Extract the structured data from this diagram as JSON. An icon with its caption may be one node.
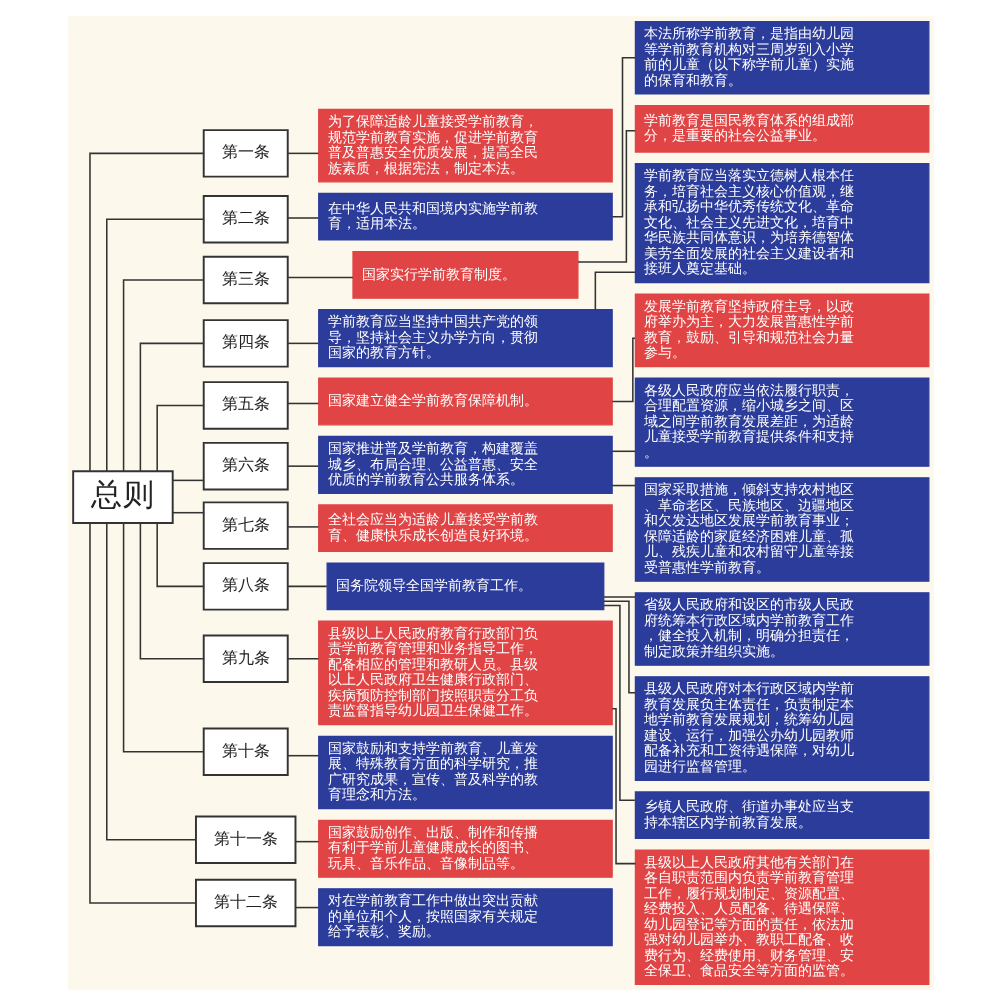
{
  "diagram": {
    "nodes": [
      {
        "text": [
          "总则"
        ]
      },
      {
        "text": [
          "第一条"
        ]
      },
      {
        "text": [
          "为了保障适龄儿童接受学前教育，规范学前教育实施，促进学前教育普及普惠安全优质发展，提高全民族素质，根据宪法，制定本法。"
        ]
      },
      {
        "text": [
          "第二条"
        ]
      },
      {
        "text": [
          "在中华人民共和国境内实施学前教育，适用本法。"
        ]
      },
      {
        "text": [
          "本法所称学前教育，是指由幼儿园等学前教育机构对三周岁到入小学前的儿童（以下称学前儿童）实施的保育和教育。"
        ]
      },
      {
        "text": [
          "第三条"
        ]
      },
      {
        "text": [
          "国家实行学前教育制度。"
        ]
      },
      {
        "text": [
          "学前教育是国民教育体系的组成部分，是重要的社会公益事业。"
        ]
      },
      {
        "text": [
          "第四条"
        ]
      },
      {
        "text": [
          "学前教育应当坚持中国共产党的领导，坚持社会主义办学方向，贯彻国家的教育方针。"
        ]
      },
      {
        "text": [
          "学前教育应当落实立德树人根本任务，培育社会主义核心价值观，继承和弘扬中华优秀传统文化、革命文化、社会主义先进文化，培育中华民族共同体意识，为培养德智体美劳全面发展的社会主义建设者和接班人奠定基础。"
        ]
      },
      {
        "text": [
          "第五条"
        ]
      },
      {
        "text": [
          "国家建立健全学前教育保障机制。"
        ]
      },
      {
        "text": [
          "发展学前教育坚持政府主导，以政府举办为主，大力发展普惠性学前教育，鼓励、引导和规范社会力量参与。"
        ]
      },
      {
        "text": [
          "第六条"
        ]
      },
      {
        "text": [
          "国家推进普及学前教育，构建覆盖城乡、布局合理、公益普惠、安全优质的学前教育公共服务体系。"
        ]
      },
      {
        "text": [
          "各级人民政府应当依法履行职责，合理配置资源，缩小城乡之间、区域之间学前教育发展差距，为适龄儿童接受学前教育提供条件和支持。"
        ]
      },
      {
        "text": [
          "国家采取措施，倾斜支持农村地区、革命老区、民族地区、边疆地区和欠发达地区发展学前教育事业；保障适龄的家庭经济困难儿童、孤儿、残疾儿童和农村留守儿童等接受普惠性学前教育。"
        ]
      },
      {
        "text": [
          "第七条"
        ]
      },
      {
        "text": [
          "全社会应当为适龄儿童接受学前教育、健康快乐成长创造良好环境。"
        ]
      },
      {
        "text": [
          "第八条"
        ]
      },
      {
        "text": [
          "国务院领导全国学前教育工作。"
        ]
      },
      {
        "text": [
          "省级人民政府和设区的市级人民政府统筹本行政区域内学前教育工作，健全投入机制，明确分担责任，制定政策并组织实施。"
        ]
      },
      {
        "text": [
          "县级人民政府对本行政区域内学前教育发展负主体责任，负责制定本地学前教育发展规划，统筹幼儿园建设、运行，加强公办幼儿园教师配备补充和工资待遇保障，对幼儿园进行监督管理。"
        ]
      },
      {
        "text": [
          "乡镇人民政府、街道办事处应当支持本辖区内学前教育发展。"
        ]
      },
      {
        "text": [
          "第九条"
        ]
      },
      {
        "text": [
          "县级以上人民政府教育行政部门负责学前教育管理和业务指导工作，配备相应的管理和教研人员。县级以上人民政府卫生健康行政部门、疾病预防控制部门按照职责分工负责监督指导幼儿园卫生保健工作。"
        ]
      },
      {
        "text": [
          "县级以上人民政府其他有关部门在各自职责范围内负责学前教育管理工作，履行规划制定、资源配置、经费投入、人员配备、待遇保障、幼儿园登记等方面的责任，依法加强对幼儿园举办、教职工配备、收费行为、经费使用、财务管理、安全保卫、食品安全等方面的监管。"
        ]
      },
      {
        "text": [
          "第十条"
        ]
      },
      {
        "text": [
          "国家鼓励和支持学前教育、儿童发展、特殊教育方面的科学研究，推广研究成果，宣传、普及科学的教育理念和方法。"
        ]
      },
      {
        "text": [
          "第十一条"
        ]
      },
      {
        "text": [
          "国家鼓励创作、出版、制作和传播有利于学前儿童健康成长的图书、玩具、音乐作品、音像制品等。"
        ]
      },
      {
        "text": [
          "第十二条"
        ]
      },
      {
        "text": [
          "对在学前教育工作中做出突出贡献的单位和个人，按照国家有关规定给予表彰、奖励。"
        ]
      }
    ],
    "edges": [
      {
        "from": 0,
        "to": 1,
        "arrow": "none"
      },
      {
        "from": 1,
        "to": 2,
        "arrow": "none"
      },
      {
        "from": 0,
        "to": 3,
        "arrow": "none"
      },
      {
        "from": 3,
        "to": 4,
        "arrow": "none"
      },
      {
        "from": 4,
        "to": 5,
        "arrow": "none"
      },
      {
        "from": 0,
        "to": 6,
        "arrow": "none"
      },
      {
        "from": 6,
        "to": 7,
        "arrow": "none"
      },
      {
        "from": 7,
        "to": 8,
        "arrow": "none"
      },
      {
        "from": 0,
        "to": 9,
        "arrow": "none"
      },
      {
        "from": 9,
        "to": 10,
        "arrow": "none"
      },
      {
        "from": 10,
        "to": 11,
        "arrow": "none"
      },
      {
        "from": 0,
        "to": 12,
        "arrow": "none"
      },
      {
        "from": 12,
        "to": 13,
        "arrow": "none"
      },
      {
        "from": 13,
        "to": 14,
        "arrow": "none"
      },
      {
        "from": 0,
        "to": 15,
        "arrow": "none"
      },
      {
        "from": 15,
        "to": 16,
        "arrow": "none"
      },
      {
        "from": 16,
        "to": 17,
        "arrow": "none"
      },
      {
        "from": 16,
        "to": 18,
        "arrow": "none"
      },
      {
        "from": 0,
        "to": 19,
        "arrow": "none"
      },
      {
        "from": 19,
        "to": 20,
        "arrow": "none"
      },
      {
        "from": 0,
        "to": 21,
        "arrow": "none"
      },
      {
        "from": 21,
        "to": 22,
        "arrow": "none"
      },
      {
        "from": 22,
        "to": 23,
        "arrow": "none"
      },
      {
        "from": 22,
        "to": 24,
        "arrow": "none"
      },
      {
        "from": 22,
        "to": 25,
        "arrow": "none"
      },
      {
        "from": 0,
        "to": 26,
        "arrow": "none"
      },
      {
        "from": 26,
        "to": 27,
        "arrow": "none"
      },
      {
        "from": 27,
        "to": 28,
        "arrow": "none"
      },
      {
        "from": 0,
        "to": 29,
        "arrow": "none"
      },
      {
        "from": 29,
        "to": 30,
        "arrow": "none"
      },
      {
        "from": 0,
        "to": 31,
        "arrow": "none"
      },
      {
        "from": 31,
        "to": 32,
        "arrow": "none"
      },
      {
        "from": 0,
        "to": 33,
        "arrow": "none"
      },
      {
        "from": 33,
        "to": 34,
        "arrow": "none"
      }
    ]
  }
}
